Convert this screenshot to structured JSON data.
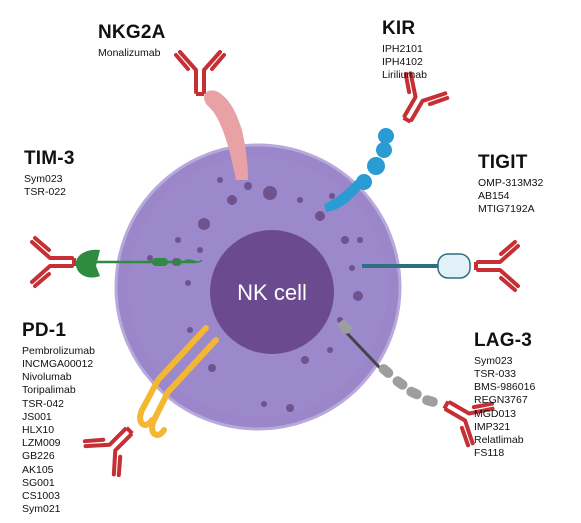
{
  "cell_label": "NK cell",
  "colors": {
    "cell_outer": "#9a86c8",
    "cell_inner_edge": "#b2a3d8",
    "nucleus": "#6b4a8f",
    "granules": "#6e538f",
    "antibody": "#c62f34",
    "nkg2a": "#e8a2a6",
    "kir": "#2b9bd3",
    "tigit": "#2f6f82",
    "tim3": "#2e8b3f",
    "pd1": "#f3b731",
    "lag3": "#9e9e9e"
  },
  "receptors": {
    "nkg2a": {
      "title": "NKG2A",
      "drugs": [
        "Monalizumab"
      ]
    },
    "kir": {
      "title": "KIR",
      "drugs": [
        "IPH2101",
        "IPH4102",
        "Liriliumab"
      ]
    },
    "tim3": {
      "title": "TIM-3",
      "drugs": [
        "Sym023",
        "TSR-022"
      ]
    },
    "tigit": {
      "title": "TIGIT",
      "drugs": [
        "OMP-313M32",
        "AB154",
        "MTIG7192A"
      ]
    },
    "pd1": {
      "title": "PD-1",
      "drugs": [
        "Pembrolizumab",
        "INCMGA00012",
        "Nivolumab",
        "Toripalimab",
        "TSR-042",
        "JS001",
        "HLX10",
        "LZM009",
        "GB226",
        "AK105",
        "SG001",
        "CS1003",
        "Sym021"
      ]
    },
    "lag3": {
      "title": "LAG-3",
      "drugs": [
        "Sym023",
        "TSR-033",
        "BMS-986016",
        "REGN3767",
        "MGD013",
        "IMP321",
        "Relatlimab",
        "FS118"
      ]
    }
  }
}
